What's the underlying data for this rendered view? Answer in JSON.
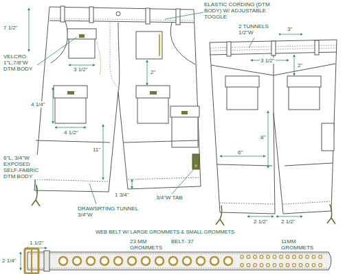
{
  "diagram": {
    "labels": [
      "ELASTIC CORDING (DTM BODY) W/ ADJUSTABLE TOGGLE",
      "7 1/2\"",
      "3 1/2\"",
      "VELCRO 1\"L,7/8\"W DTM BODY",
      "4 1/4\"",
      "2\"",
      "11\"",
      "4 1/2\"",
      "6\"L, 3/4\"W EXPOSED SELF-FABRIC DTM BODY",
      "DRAWSRTING TUNNEL 3/4\"W",
      "1 3/4\"",
      "3/4\"W TAB",
      "2 TUNNELS 1/2\"W",
      "3\"",
      "3 1/2\"",
      "2\"",
      "8\"",
      "6\"",
      "2 1/2\"",
      "2 1/2\"",
      "WEB BELT W/ LARGE GROMMETS & SMALL GROMMETS",
      "BELT- 37",
      "1 1/2\"",
      "2 1/4\"",
      "23 MM GROMMETS",
      "11MM GROMMETS"
    ]
  }
}
